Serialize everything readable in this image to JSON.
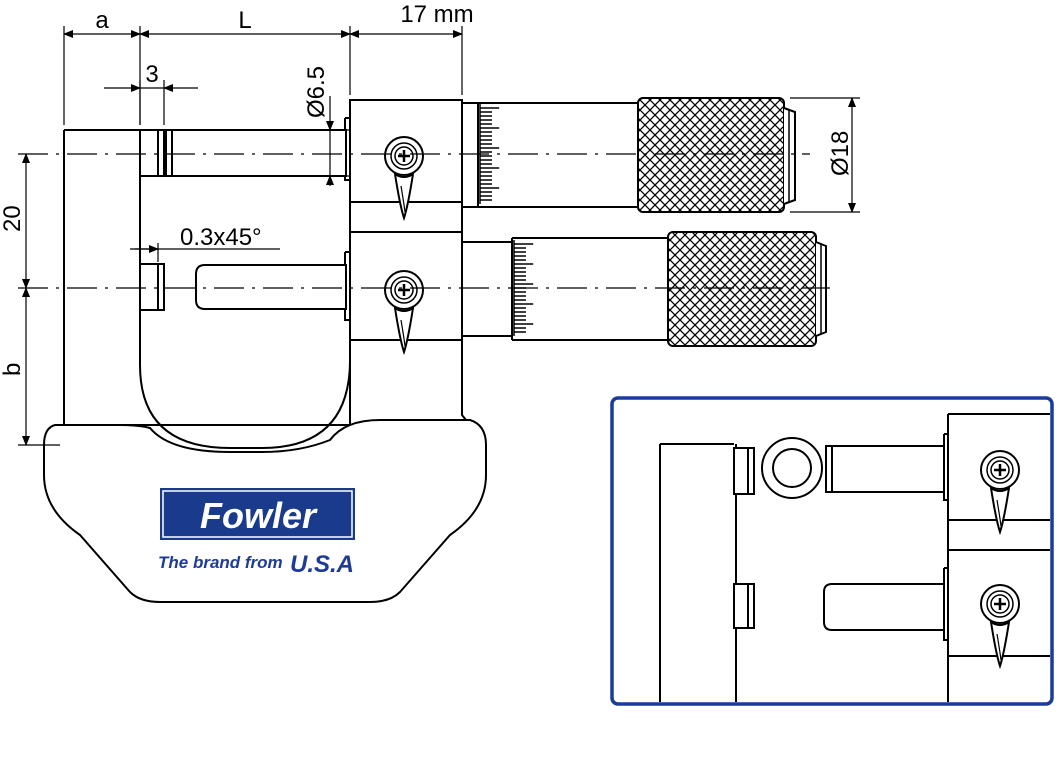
{
  "dimensions": {
    "a": "a",
    "L": "L",
    "width_17": "17 mm",
    "anvil_3": "3",
    "spindle_dia": "Ø6.5",
    "thimble_dia": "Ø18",
    "height_20": "20",
    "b": "b",
    "chamfer": "0.3x45°"
  },
  "brand": {
    "logo_text": "Fowler",
    "tagline": "The brand from",
    "origin": "U.S.A"
  },
  "colors": {
    "line": "#000000",
    "brand_blue": "#1a3a8c",
    "inset_border": "#1a3a9c",
    "tagline_blue": "#1e3c96"
  }
}
